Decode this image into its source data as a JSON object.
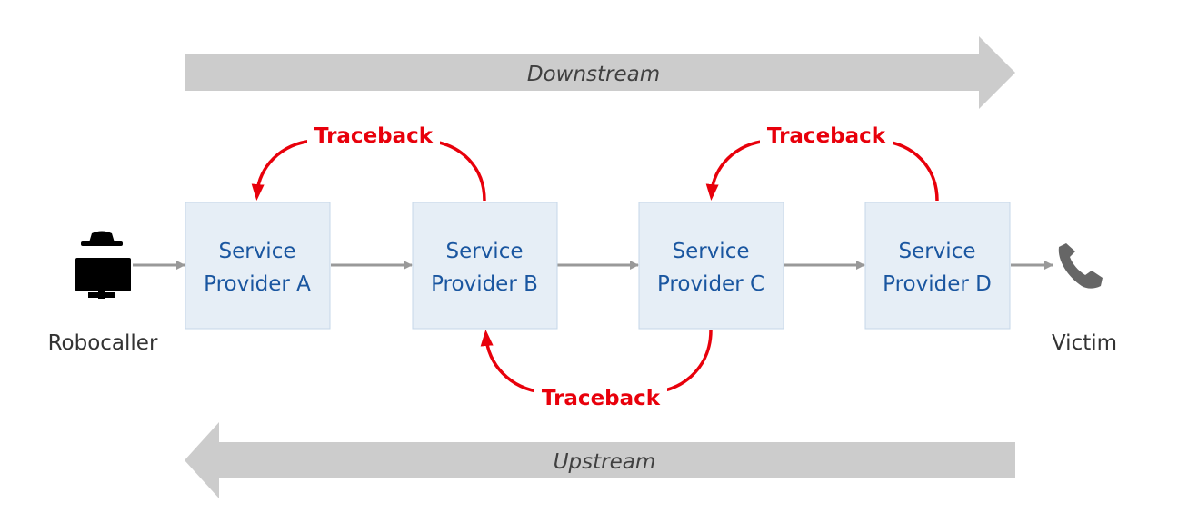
{
  "bands": {
    "downstream": "Downstream",
    "upstream": "Upstream"
  },
  "actors": {
    "robocaller": "Robocaller",
    "victim": "Victim"
  },
  "providers": [
    {
      "line1": "Service",
      "line2": "Provider A"
    },
    {
      "line1": "Service",
      "line2": "Provider B"
    },
    {
      "line1": "Service",
      "line2": "Provider C"
    },
    {
      "line1": "Service",
      "line2": "Provider D"
    }
  ],
  "tracebacks": {
    "a": "Traceback",
    "b": "Traceback",
    "c": "Traceback"
  },
  "icons": {
    "robocaller": "spy-icon",
    "victim": "phone-icon"
  },
  "colors": {
    "band": "#cccccc",
    "box_fill": "#e6eef6",
    "box_border": "#c5d7e8",
    "box_text": "#1a56a0",
    "traceback": "#e8000b",
    "flow_arrow": "#999999"
  }
}
